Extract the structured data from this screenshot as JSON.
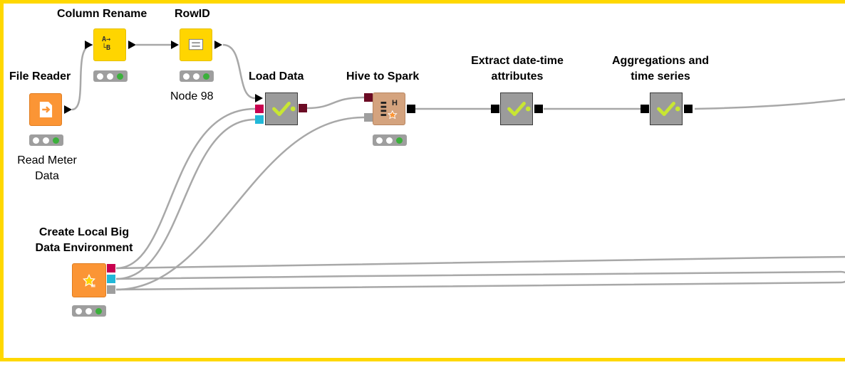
{
  "nodes": [
    {
      "title": "File Reader",
      "sublabel": "Read Meter Data",
      "sub_line1": "Read Meter",
      "sub_line2": "Data",
      "icon": "file-reader-icon"
    },
    {
      "title": "Column Rename",
      "sublabel": "",
      "icon": "column-rename-icon",
      "icon_glyph_top": "A→",
      "icon_glyph_bottom": "└B"
    },
    {
      "title": "RowID",
      "sublabel": "Node 98",
      "icon": "rowid-icon"
    },
    {
      "title": "Load Data",
      "sublabel": "",
      "icon": "metanode-check-icon"
    },
    {
      "title": "Hive to Spark",
      "sublabel": "",
      "icon": "hive-to-spark-icon",
      "icon_glyph": "H"
    },
    {
      "title_line1": "Extract date-time",
      "title_line2": "attributes",
      "icon": "metanode-check-icon"
    },
    {
      "title_line1": "Aggregations and",
      "title_line2": "time series",
      "icon": "metanode-check-icon"
    },
    {
      "title_line1": "Create Local Big",
      "title_line2": "Data Environment",
      "icon": "local-big-data-icon"
    }
  ],
  "colors": {
    "canvas_border": "#ffd800",
    "node_yellow": "#ffd500",
    "node_orange": "#fb9535",
    "node_gray": "#9b9b9b",
    "node_tan": "#d4a37e",
    "port_magenta": "#c8004e",
    "port_darkred": "#6b0b24",
    "port_cyan": "#22b8d8",
    "port_gray": "#9e9e9e",
    "check": "#c8e632",
    "status_green": "#3bb03b",
    "wire": "#a8a8a8"
  },
  "status": {
    "executed": "green"
  }
}
